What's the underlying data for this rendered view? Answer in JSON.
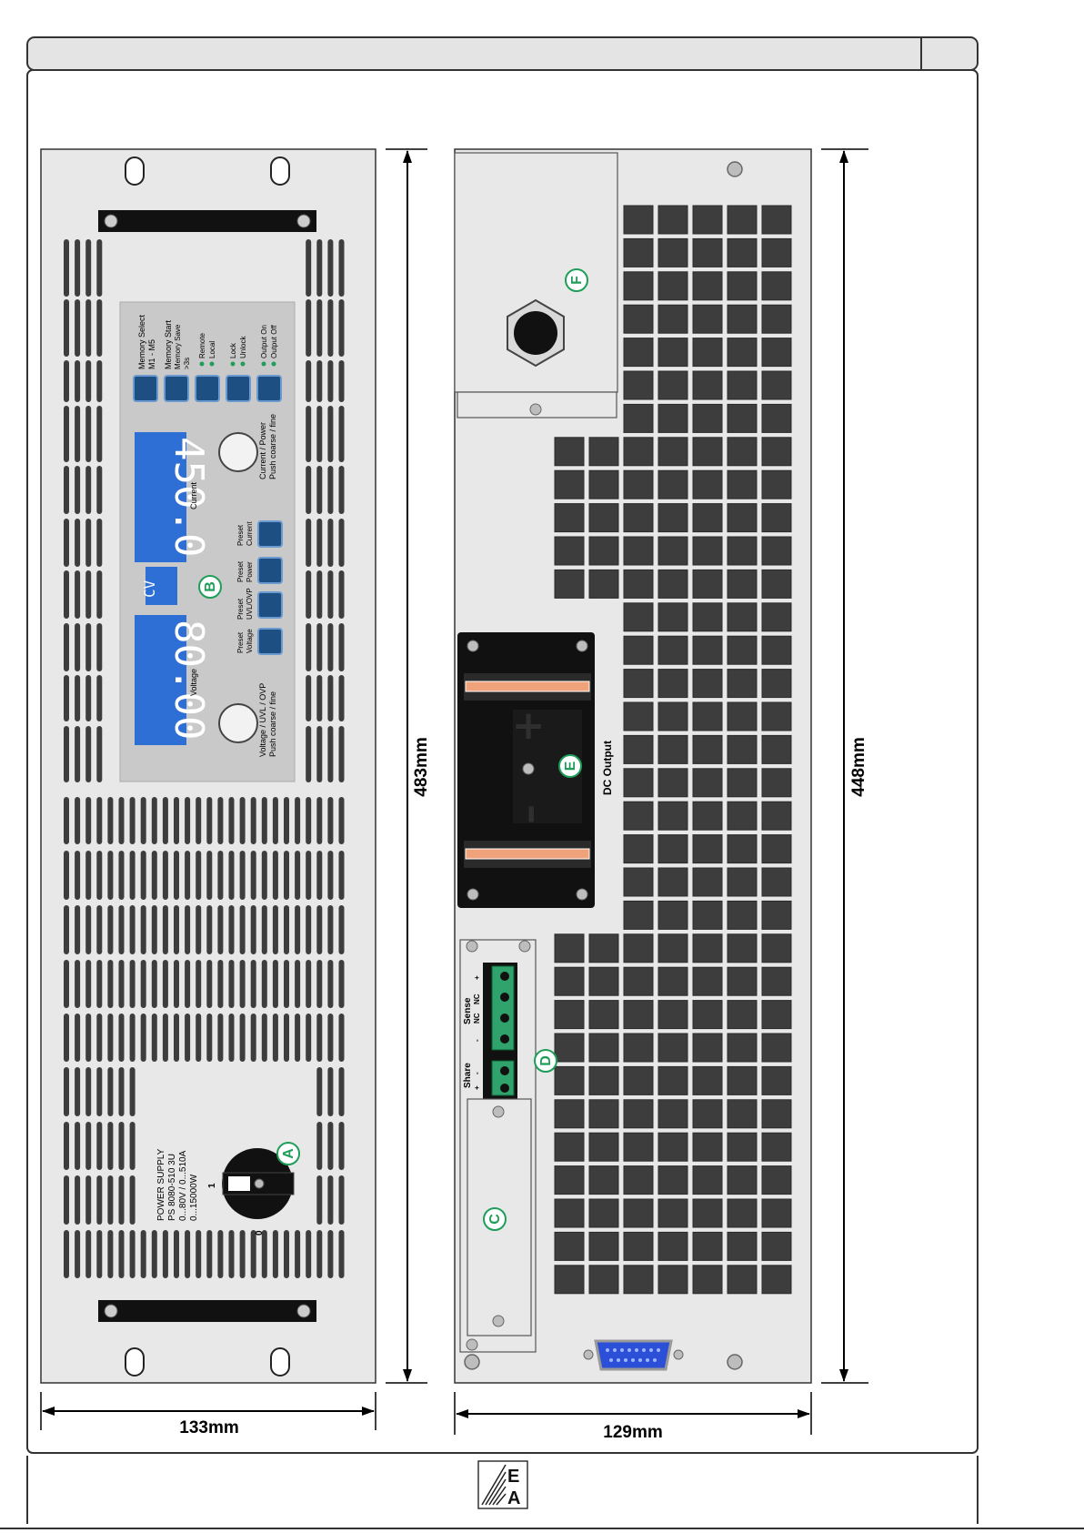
{
  "colors": {
    "panel_fill": "#e8e8e8",
    "frame_line": "#333333",
    "button_blue": "#1e4f82",
    "display_blue": "#2e6fd6",
    "display_digit": "#ffffff",
    "callout_green": "#1f9e5a",
    "bar_copper": "#f0a27a",
    "terminal_green": "#2fa36b",
    "vent_dark": "#3d3d3d"
  },
  "front_panel": {
    "memory_select": [
      "Memory Select",
      "M1 - M5"
    ],
    "memory_start": [
      "Memory Start",
      "Memory Save",
      ">3s"
    ],
    "remote_local": [
      "Remote",
      "Local"
    ],
    "lock_unlock": [
      "Lock",
      "Unlock"
    ],
    "output_on_off": [
      "Output On",
      "Output Off"
    ],
    "current_display": "450.0",
    "current_label": "Current",
    "mode_display": "CV",
    "voltage_display": "80.00",
    "voltage_label": "Voltage",
    "knob_current_label": [
      "Current / Power",
      "Push coarse / fine"
    ],
    "knob_voltage_label": [
      "Voltage / UVL / OVP",
      "Push coarse / fine"
    ],
    "preset_current": [
      "Preset",
      "Current"
    ],
    "preset_power": [
      "Preset",
      "Power"
    ],
    "preset_uvl": [
      "Preset",
      "UVL/OVP"
    ],
    "preset_voltage": [
      "Preset",
      "Voltage"
    ],
    "model_text": [
      "POWER SUPPLY",
      "PS 8080-510 3U",
      "0...80V / 0...510A",
      "0...15000W"
    ],
    "switch_on": "1",
    "switch_off": "0"
  },
  "rear_panel": {
    "dc_output": "DC Output",
    "plus_sign": "+",
    "minus_sign": "–",
    "sense_label": "Sense",
    "sense_pins": [
      "NC",
      "NC",
      "-",
      "+"
    ],
    "share_label": "Share",
    "share_pins": [
      "+",
      "-"
    ]
  },
  "callouts": {
    "a": "A",
    "b": "B",
    "c": "C",
    "d": "D",
    "e": "E",
    "f": "F"
  },
  "dimensions": {
    "front_height": "483mm",
    "front_width": "133mm",
    "rear_height": "448mm",
    "rear_width": "129mm"
  },
  "logo": {
    "letters": [
      "E",
      "A"
    ]
  }
}
